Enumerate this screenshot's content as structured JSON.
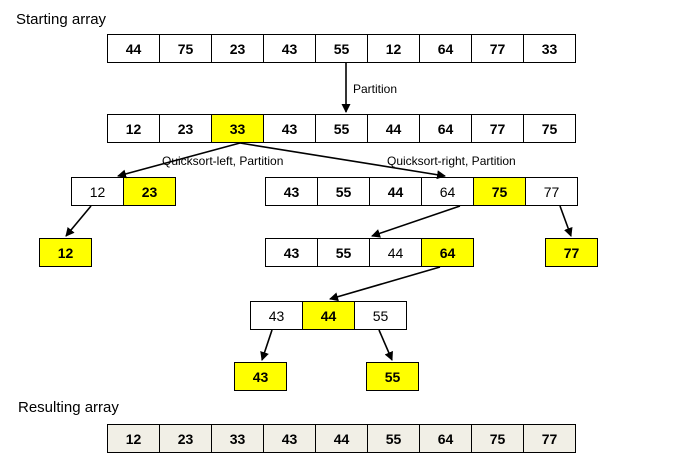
{
  "titles": {
    "start": "Starting array",
    "result": "Resulting array"
  },
  "labels": {
    "partition": "Partition",
    "qs_left": "Quicksort-left, Partition",
    "qs_right": "Quicksort-right, Partition"
  },
  "arrays": {
    "start": [
      "44",
      "75",
      "23",
      "43",
      "55",
      "12",
      "64",
      "77",
      "33"
    ],
    "after_partition": [
      "12",
      "23",
      "33",
      "43",
      "55",
      "44",
      "64",
      "77",
      "75"
    ],
    "left": [
      "12",
      "23"
    ],
    "right": [
      "43",
      "55",
      "44",
      "64",
      "75",
      "77"
    ],
    "left_leaf": [
      "12"
    ],
    "right_mid": [
      "43",
      "55",
      "44",
      "64"
    ],
    "right_leaf": [
      "77"
    ],
    "mid3": [
      "43",
      "44",
      "55"
    ],
    "leaf_43": [
      "43"
    ],
    "leaf_55": [
      "55"
    ],
    "result": [
      "12",
      "23",
      "33",
      "43",
      "44",
      "55",
      "64",
      "75",
      "77"
    ]
  },
  "colors": {
    "pivot_highlight": "#ffff00",
    "result_fill": "#f1efe6",
    "border": "#000000"
  }
}
